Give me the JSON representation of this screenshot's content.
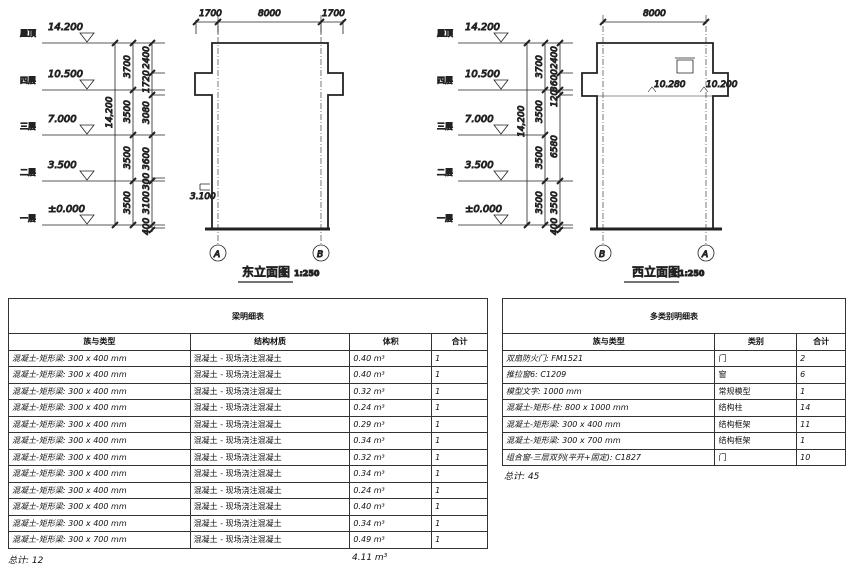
{
  "east": {
    "title": "东立面图",
    "scale": "1:250",
    "levels": [
      {
        "name": "屋顶",
        "value": "14.200"
      },
      {
        "name": "四层",
        "value": "10.500"
      },
      {
        "name": "三层",
        "value": "7.000"
      },
      {
        "name": "二层",
        "value": "3.500"
      },
      {
        "name": "一层",
        "value": "±0.000"
      }
    ],
    "dims_total": "14,200",
    "dims_floor": [
      "3700",
      "3500",
      "3500",
      "3500"
    ],
    "dims_detail": [
      "2400",
      "1720",
      "3080",
      "3600",
      "300",
      "3100",
      "400"
    ],
    "top_dims": [
      "1700",
      "8000",
      "1700"
    ],
    "spot": "3.100",
    "axes": [
      "A",
      "B"
    ]
  },
  "west": {
    "title": "西立面图",
    "scale": "1:250",
    "levels": [
      {
        "name": "屋顶",
        "value": "14.200"
      },
      {
        "name": "四层",
        "value": "10.500"
      },
      {
        "name": "三层",
        "value": "7.000"
      },
      {
        "name": "二层",
        "value": "3.500"
      },
      {
        "name": "一层",
        "value": "±0.000"
      }
    ],
    "dims_total": "14,200",
    "dims_floor": [
      "3700",
      "3500",
      "3500",
      "3500"
    ],
    "dims_detail": [
      "2400",
      "3600",
      "120",
      "6580",
      "3500",
      "400"
    ],
    "top_dims": [
      "8000"
    ],
    "spots": [
      "10.280",
      "10.200"
    ],
    "axes": [
      "B",
      "A"
    ]
  },
  "beam_schedule": {
    "title": "梁明细表",
    "headers": [
      "族与类型",
      "结构材质",
      "体积",
      "合计"
    ],
    "rows": [
      [
        "混凝土-矩形梁: 300 x 400 mm",
        "混凝土 - 现场浇注混凝土",
        "0.40 m³",
        "1"
      ],
      [
        "混凝土-矩形梁: 300 x 400 mm",
        "混凝土 - 现场浇注混凝土",
        "0.40 m³",
        "1"
      ],
      [
        "混凝土-矩形梁: 300 x 400 mm",
        "混凝土 - 现场浇注混凝土",
        "0.32 m³",
        "1"
      ],
      [
        "混凝土-矩形梁: 300 x 400 mm",
        "混凝土 - 现场浇注混凝土",
        "0.24 m³",
        "1"
      ],
      [
        "混凝土-矩形梁: 300 x 400 mm",
        "混凝土 - 现场浇注混凝土",
        "0.29 m³",
        "1"
      ],
      [
        "混凝土-矩形梁: 300 x 400 mm",
        "混凝土 - 现场浇注混凝土",
        "0.34 m³",
        "1"
      ],
      [
        "混凝土-矩形梁: 300 x 400 mm",
        "混凝土 - 现场浇注混凝土",
        "0.32 m³",
        "1"
      ],
      [
        "混凝土-矩形梁: 300 x 400 mm",
        "混凝土 - 现场浇注混凝土",
        "0.34 m³",
        "1"
      ],
      [
        "混凝土-矩形梁: 300 x 400 mm",
        "混凝土 - 现场浇注混凝土",
        "0.24 m³",
        "1"
      ],
      [
        "混凝土-矩形梁: 300 x 400 mm",
        "混凝土 - 现场浇注混凝土",
        "0.40 m³",
        "1"
      ],
      [
        "混凝土-矩形梁: 300 x 400 mm",
        "混凝土 - 现场浇注混凝土",
        "0.34 m³",
        "1"
      ],
      [
        "混凝土-矩形梁: 300 x 700 mm",
        "混凝土 - 现场浇注混凝土",
        "0.49 m³",
        "1"
      ]
    ],
    "total_label": "总计: 12",
    "total_volume": "4.11 m³"
  },
  "multi_schedule": {
    "title": "多类别明细表",
    "headers": [
      "族与类型",
      "类别",
      "合计"
    ],
    "rows": [
      [
        "双扇防火门: FM1521",
        "门",
        "2"
      ],
      [
        "推拉窗6: C1209",
        "窗",
        "6"
      ],
      [
        "模型文字: 1000 mm",
        "常规模型",
        "1"
      ],
      [
        "混凝土-矩形-柱: 800 x 1000 mm",
        "结构柱",
        "14"
      ],
      [
        "混凝土-矩形梁: 300 x 400 mm",
        "结构框架",
        "11"
      ],
      [
        "混凝土-矩形梁: 300 x 700 mm",
        "结构框架",
        "1"
      ],
      [
        "组合窗-三层双列(平开+固定): C1827",
        "门",
        "10"
      ]
    ],
    "total_label": "总计: 45"
  }
}
